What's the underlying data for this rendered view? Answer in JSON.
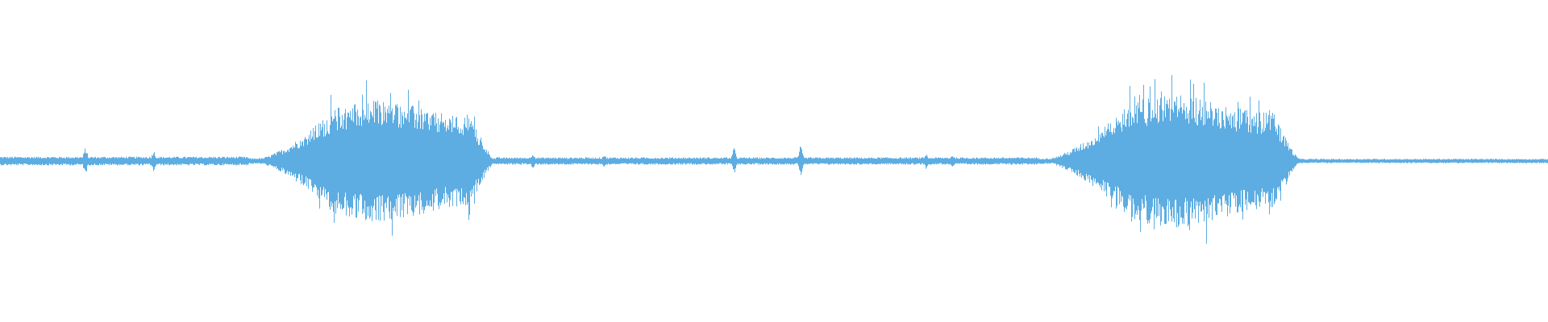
{
  "waveform": {
    "color": "#5dade2",
    "background": "#ffffff",
    "segments": [
      {
        "start": 0.0,
        "end": 0.16,
        "amplitude": 0.06
      },
      {
        "start": 0.16,
        "end": 0.32,
        "amplitude": 0.72
      },
      {
        "start": 0.32,
        "end": 0.67,
        "amplitude": 0.05
      },
      {
        "start": 0.67,
        "end": 0.84,
        "amplitude": 0.78
      },
      {
        "start": 0.84,
        "end": 1.0,
        "amplitude": 0.03
      }
    ],
    "transients": [
      {
        "position": 0.055,
        "amplitude": 0.2
      },
      {
        "position": 0.099,
        "amplitude": 0.16
      },
      {
        "position": 0.344,
        "amplitude": 0.13
      },
      {
        "position": 0.39,
        "amplitude": 0.1
      },
      {
        "position": 0.474,
        "amplitude": 0.19
      },
      {
        "position": 0.517,
        "amplitude": 0.22
      },
      {
        "position": 0.598,
        "amplitude": 0.11
      },
      {
        "position": 0.615,
        "amplitude": 0.1
      }
    ]
  }
}
